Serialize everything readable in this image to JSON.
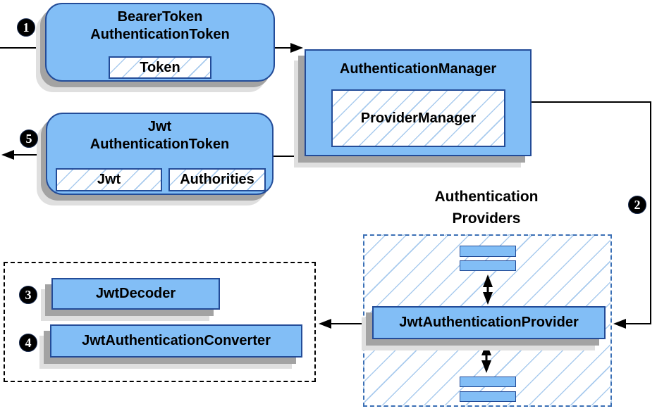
{
  "colors": {
    "box_fill": "#82BEF6",
    "box_border": "#234C98",
    "hatch": "#A9CBEE",
    "dashed_blue": "#3A6FB5",
    "shadow_dark": "#A3A3A3",
    "shadow_light": "#DFDFDF",
    "line": "#000000"
  },
  "badges": {
    "step1": "1",
    "step2": "2",
    "step3": "3",
    "step4": "4",
    "step5": "5"
  },
  "nodes": {
    "bearer_token": {
      "title_line1": "BearerToken",
      "title_line2": "AuthenticationToken",
      "chip": "Token"
    },
    "authentication_manager": {
      "title": "AuthenticationManager",
      "chip": "ProviderManager"
    },
    "jwt_authentication_token": {
      "title_line1": "Jwt",
      "title_line2": "AuthenticationToken",
      "chip_jwt": "Jwt",
      "chip_authorities": "Authorities"
    },
    "providers_group": {
      "label_line1": "Authentication",
      "label_line2": "Providers"
    },
    "jwt_authentication_provider": {
      "title": "JwtAuthenticationProvider"
    },
    "jwt_decoder": {
      "title": "JwtDecoder"
    },
    "jwt_authentication_converter": {
      "title": "JwtAuthenticationConverter"
    }
  }
}
